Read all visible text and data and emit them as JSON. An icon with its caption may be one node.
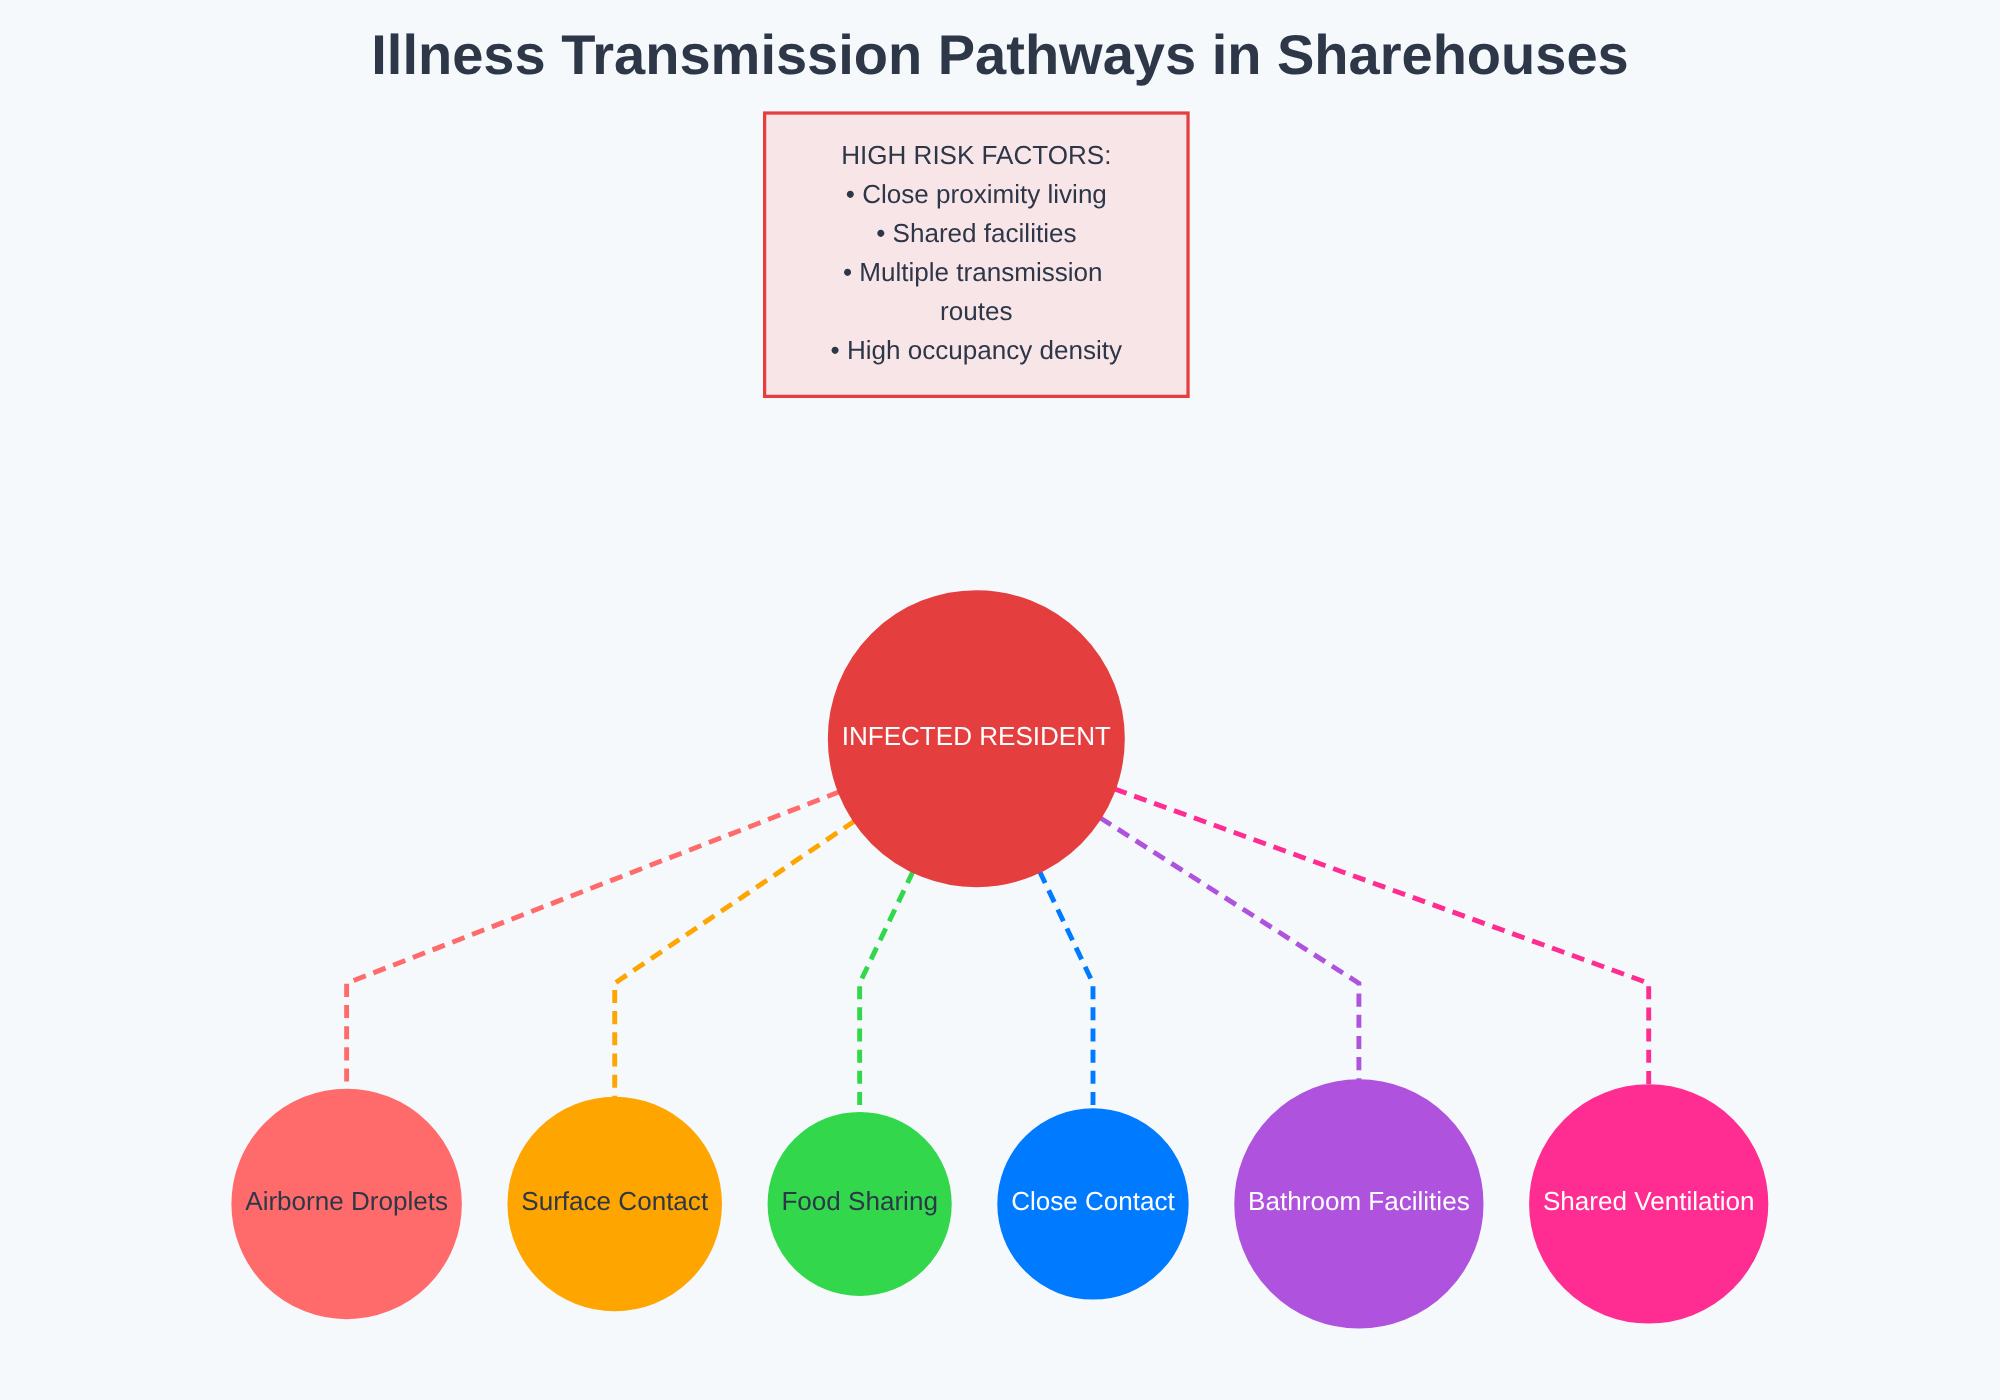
{
  "diagram": {
    "title": "Illness Transmission Pathways in Sharehouses",
    "nodes": [
      {
        "text": [
          "HIGH RISK FACTORS:",
          "• Close proximity living",
          "• Shared facilities",
          "• Multiple transmission routes",
          "• High occupancy density"
        ]
      },
      {
        "text": [
          "Airborne Droplets"
        ]
      },
      {
        "text": [
          "Surface Contact"
        ]
      },
      {
        "text": [
          "INFECTED RESIDENT"
        ]
      },
      {
        "text": [
          "Food Sharing"
        ]
      },
      {
        "text": [
          "Close Contact"
        ]
      },
      {
        "text": [
          "Bathroom Facilities"
        ]
      },
      {
        "text": [
          "Shared Ventilation"
        ]
      }
    ],
    "edges": [
      {
        "from": 3,
        "to": 1,
        "arrow": "none",
        "style": "dashed",
        "color": "#ff6b6b"
      },
      {
        "from": 3,
        "to": 2,
        "arrow": "none",
        "style": "dashed",
        "color": "#ffa500"
      },
      {
        "from": 3,
        "to": 4,
        "arrow": "none",
        "style": "dashed",
        "color": "#32d74b"
      },
      {
        "from": 3,
        "to": 5,
        "arrow": "none",
        "style": "dashed",
        "color": "#007aff"
      },
      {
        "from": 3,
        "to": 6,
        "arrow": "none",
        "style": "dashed",
        "color": "#af52de"
      },
      {
        "from": 3,
        "to": 7,
        "arrow": "none",
        "style": "dashed",
        "color": "#ff2d92"
      }
    ]
  }
}
